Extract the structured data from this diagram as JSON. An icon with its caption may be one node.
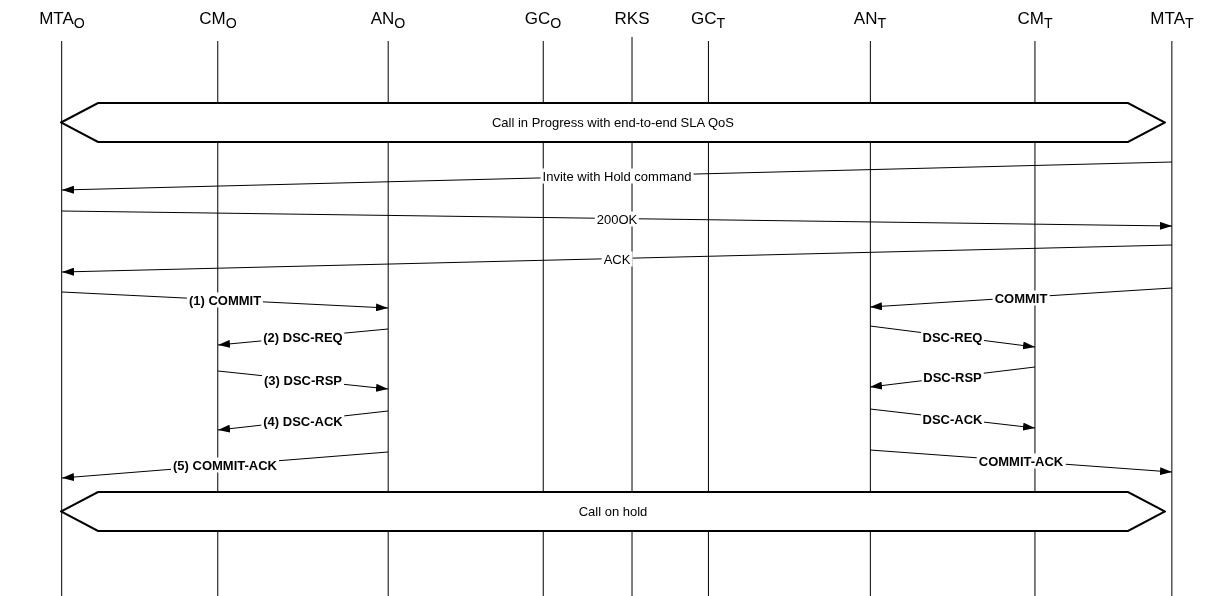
{
  "diagram": {
    "nodes": [
      {
        "text": [
          "MTA$_{O}$"
        ]
      },
      {
        "text": [
          "CM$_{O}$"
        ]
      },
      {
        "text": [
          "AN$_{O}$"
        ]
      },
      {
        "text": [
          "GC$_{O}$"
        ]
      },
      {
        "text": [
          "RKS"
        ]
      },
      {
        "text": [
          "GC$_{T}$"
        ]
      },
      {
        "text": [
          "AN$_{T}$"
        ]
      },
      {
        "text": [
          "CM$_{T}$"
        ]
      },
      {
        "text": [
          "MTA$_{T}$"
        ]
      },
      {
        "text": [
          "Call in Progress with end-to-end SLA QoS"
        ]
      },
      {
        "text": [
          "Call on hold"
        ]
      }
    ],
    "edges": [
      {
        "from": 8,
        "to": 0,
        "arrow": "to",
        "label": "Invite with Hold command"
      },
      {
        "from": 0,
        "to": 8,
        "arrow": "to",
        "label": "200OK"
      },
      {
        "from": 8,
        "to": 0,
        "arrow": "to",
        "label": "ACK"
      },
      {
        "from": 0,
        "to": 2,
        "arrow": "to",
        "label": "(1) COMMIT"
      },
      {
        "from": 8,
        "to": 6,
        "arrow": "to",
        "label": "COMMIT"
      },
      {
        "from": 2,
        "to": 1,
        "arrow": "to",
        "label": "(2) DSC-REQ"
      },
      {
        "from": 6,
        "to": 7,
        "arrow": "to",
        "label": "DSC-REQ"
      },
      {
        "from": 1,
        "to": 2,
        "arrow": "to",
        "label": "(3) DSC-RSP"
      },
      {
        "from": 7,
        "to": 6,
        "arrow": "to",
        "label": "DSC-RSP"
      },
      {
        "from": 2,
        "to": 1,
        "arrow": "to",
        "label": "(4) DSC-ACK"
      },
      {
        "from": 6,
        "to": 7,
        "arrow": "to",
        "label": "DSC-ACK"
      },
      {
        "from": 2,
        "to": 0,
        "arrow": "to",
        "label": "(5) COMMIT-ACK"
      },
      {
        "from": 6,
        "to": 8,
        "arrow": "to",
        "label": "COMMIT-ACK"
      }
    ]
  }
}
